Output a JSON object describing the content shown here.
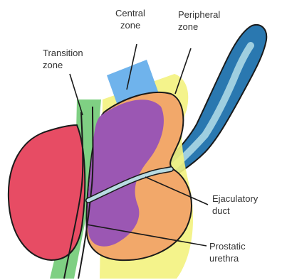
{
  "labels": {
    "central_zone": {
      "line1": "Central",
      "line2": "zone"
    },
    "peripheral_zone": {
      "line1": "Peripheral",
      "line2": "zone"
    },
    "transition_zone": {
      "line1": "Transition",
      "line2": "zone"
    },
    "ejaculatory_duct": {
      "line1": "Ejaculatory",
      "line2": "duct"
    },
    "prostatic_urethra": {
      "line1": "Prostatic",
      "line2": "urethra"
    }
  },
  "colors": {
    "transition_zone_lobe": "#e74c64",
    "central_zone_band": "#6fb3ec",
    "peripheral_zone_band": "#f3f27e",
    "peripheral_zone_tissue": "#f2a86a",
    "central_zone_tissue": "#9b57b3",
    "urethra_band": "#7fd083",
    "seminal_vesicle": "#2a78b0",
    "duct": "#b8dbe2",
    "outline": "#1a1a1a"
  }
}
